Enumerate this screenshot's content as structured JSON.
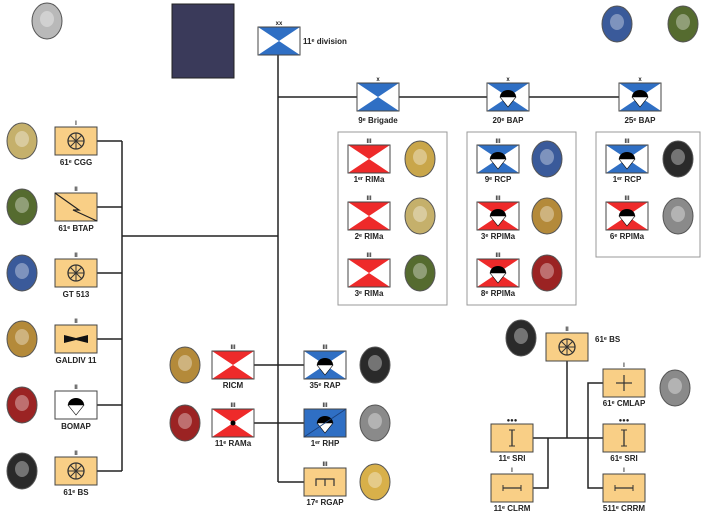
{
  "colors": {
    "blue": "#2f6fc4",
    "red": "#ee2a2a",
    "orange": "#f9cf86",
    "line": "#222222",
    "frame": "#999999"
  },
  "division": {
    "label": "11ᵉ division",
    "echelon": "xx",
    "style": "blue-x"
  },
  "brigades": [
    {
      "label": "9ᵉ Brigade",
      "echelon": "x",
      "style": "blue-x"
    },
    {
      "label": "20ᵉ BAP",
      "echelon": "x",
      "style": "blue-x-para"
    },
    {
      "label": "25ᵉ BAP",
      "echelon": "x",
      "style": "blue-x-para"
    }
  ],
  "brigade_units": [
    [
      {
        "label": "1ᵉʳ RIMa",
        "style": "red-x",
        "echelon": "III"
      },
      {
        "label": "2ᵉ RIMa",
        "style": "red-x",
        "echelon": "III"
      },
      {
        "label": "3ᵉ RIMa",
        "style": "red-x",
        "echelon": "III"
      }
    ],
    [
      {
        "label": "9ᵉ RCP",
        "style": "blue-x-para",
        "echelon": "III"
      },
      {
        "label": "3ᵉ RPIMa",
        "style": "red-x-para",
        "echelon": "III"
      },
      {
        "label": "8ᵉ RPIMa",
        "style": "red-x-para",
        "echelon": "III"
      }
    ],
    [
      {
        "label": "1ᵉʳ RCP",
        "style": "blue-x-para",
        "echelon": "III"
      },
      {
        "label": "6ᵉ RPIMa",
        "style": "red-x-para",
        "echelon": "III"
      }
    ]
  ],
  "support_units": [
    {
      "label": "61ᵉ CGG",
      "style": "orange-wheel",
      "echelon": "I"
    },
    {
      "label": "61ᵉ BTAP",
      "style": "orange-signal",
      "echelon": "II"
    },
    {
      "label": "GT 513",
      "style": "orange-wheel",
      "echelon": "II"
    },
    {
      "label": "GALDIV 11",
      "style": "orange-bowtie",
      "echelon": "II"
    },
    {
      "label": "BOMAP",
      "style": "white-para",
      "echelon": "II"
    },
    {
      "label": "61ᵉ BS",
      "style": "orange-wheel",
      "echelon": "II"
    }
  ],
  "divisional_regiments": [
    {
      "label": "RICM",
      "style": "red-x",
      "echelon": "III"
    },
    {
      "label": "11ᵉ RAMa",
      "style": "red-x-dot",
      "echelon": "III"
    },
    {
      "label": "35ᵉ RAP",
      "style": "blue-x-para",
      "echelon": "III"
    },
    {
      "label": "1ᵉʳ RHP",
      "style": "blue-para-rhp",
      "echelon": "III"
    },
    {
      "label": "17ᵉ RGAP",
      "style": "orange-engineer",
      "echelon": "III"
    }
  ],
  "logistics": {
    "head": {
      "label": "61ᵉ BS",
      "style": "orange-wheel",
      "echelon": "II"
    },
    "units": [
      {
        "label": "61ᵉ CMLAP",
        "style": "orange-cross",
        "echelon": "I"
      },
      {
        "label": "11ᵉ SRI",
        "style": "orange-sri",
        "echelon": "●●●"
      },
      {
        "label": "61ᵉ SRI",
        "style": "orange-sri",
        "echelon": "●●●"
      },
      {
        "label": "11ᵉ CLRM",
        "style": "orange-hbar",
        "echelon": "I"
      },
      {
        "label": "511ᵉ CRRM",
        "style": "orange-hbar",
        "echelon": "I"
      }
    ]
  },
  "insignia": [
    "#b9b9b9",
    "#c9a64a",
    "#c5b06b",
    "#556b2f",
    "#3a5a9a",
    "#b48a3a",
    "#9b2323",
    "#2a2a2a",
    "#8a8a8a",
    "#d8b04a"
  ]
}
